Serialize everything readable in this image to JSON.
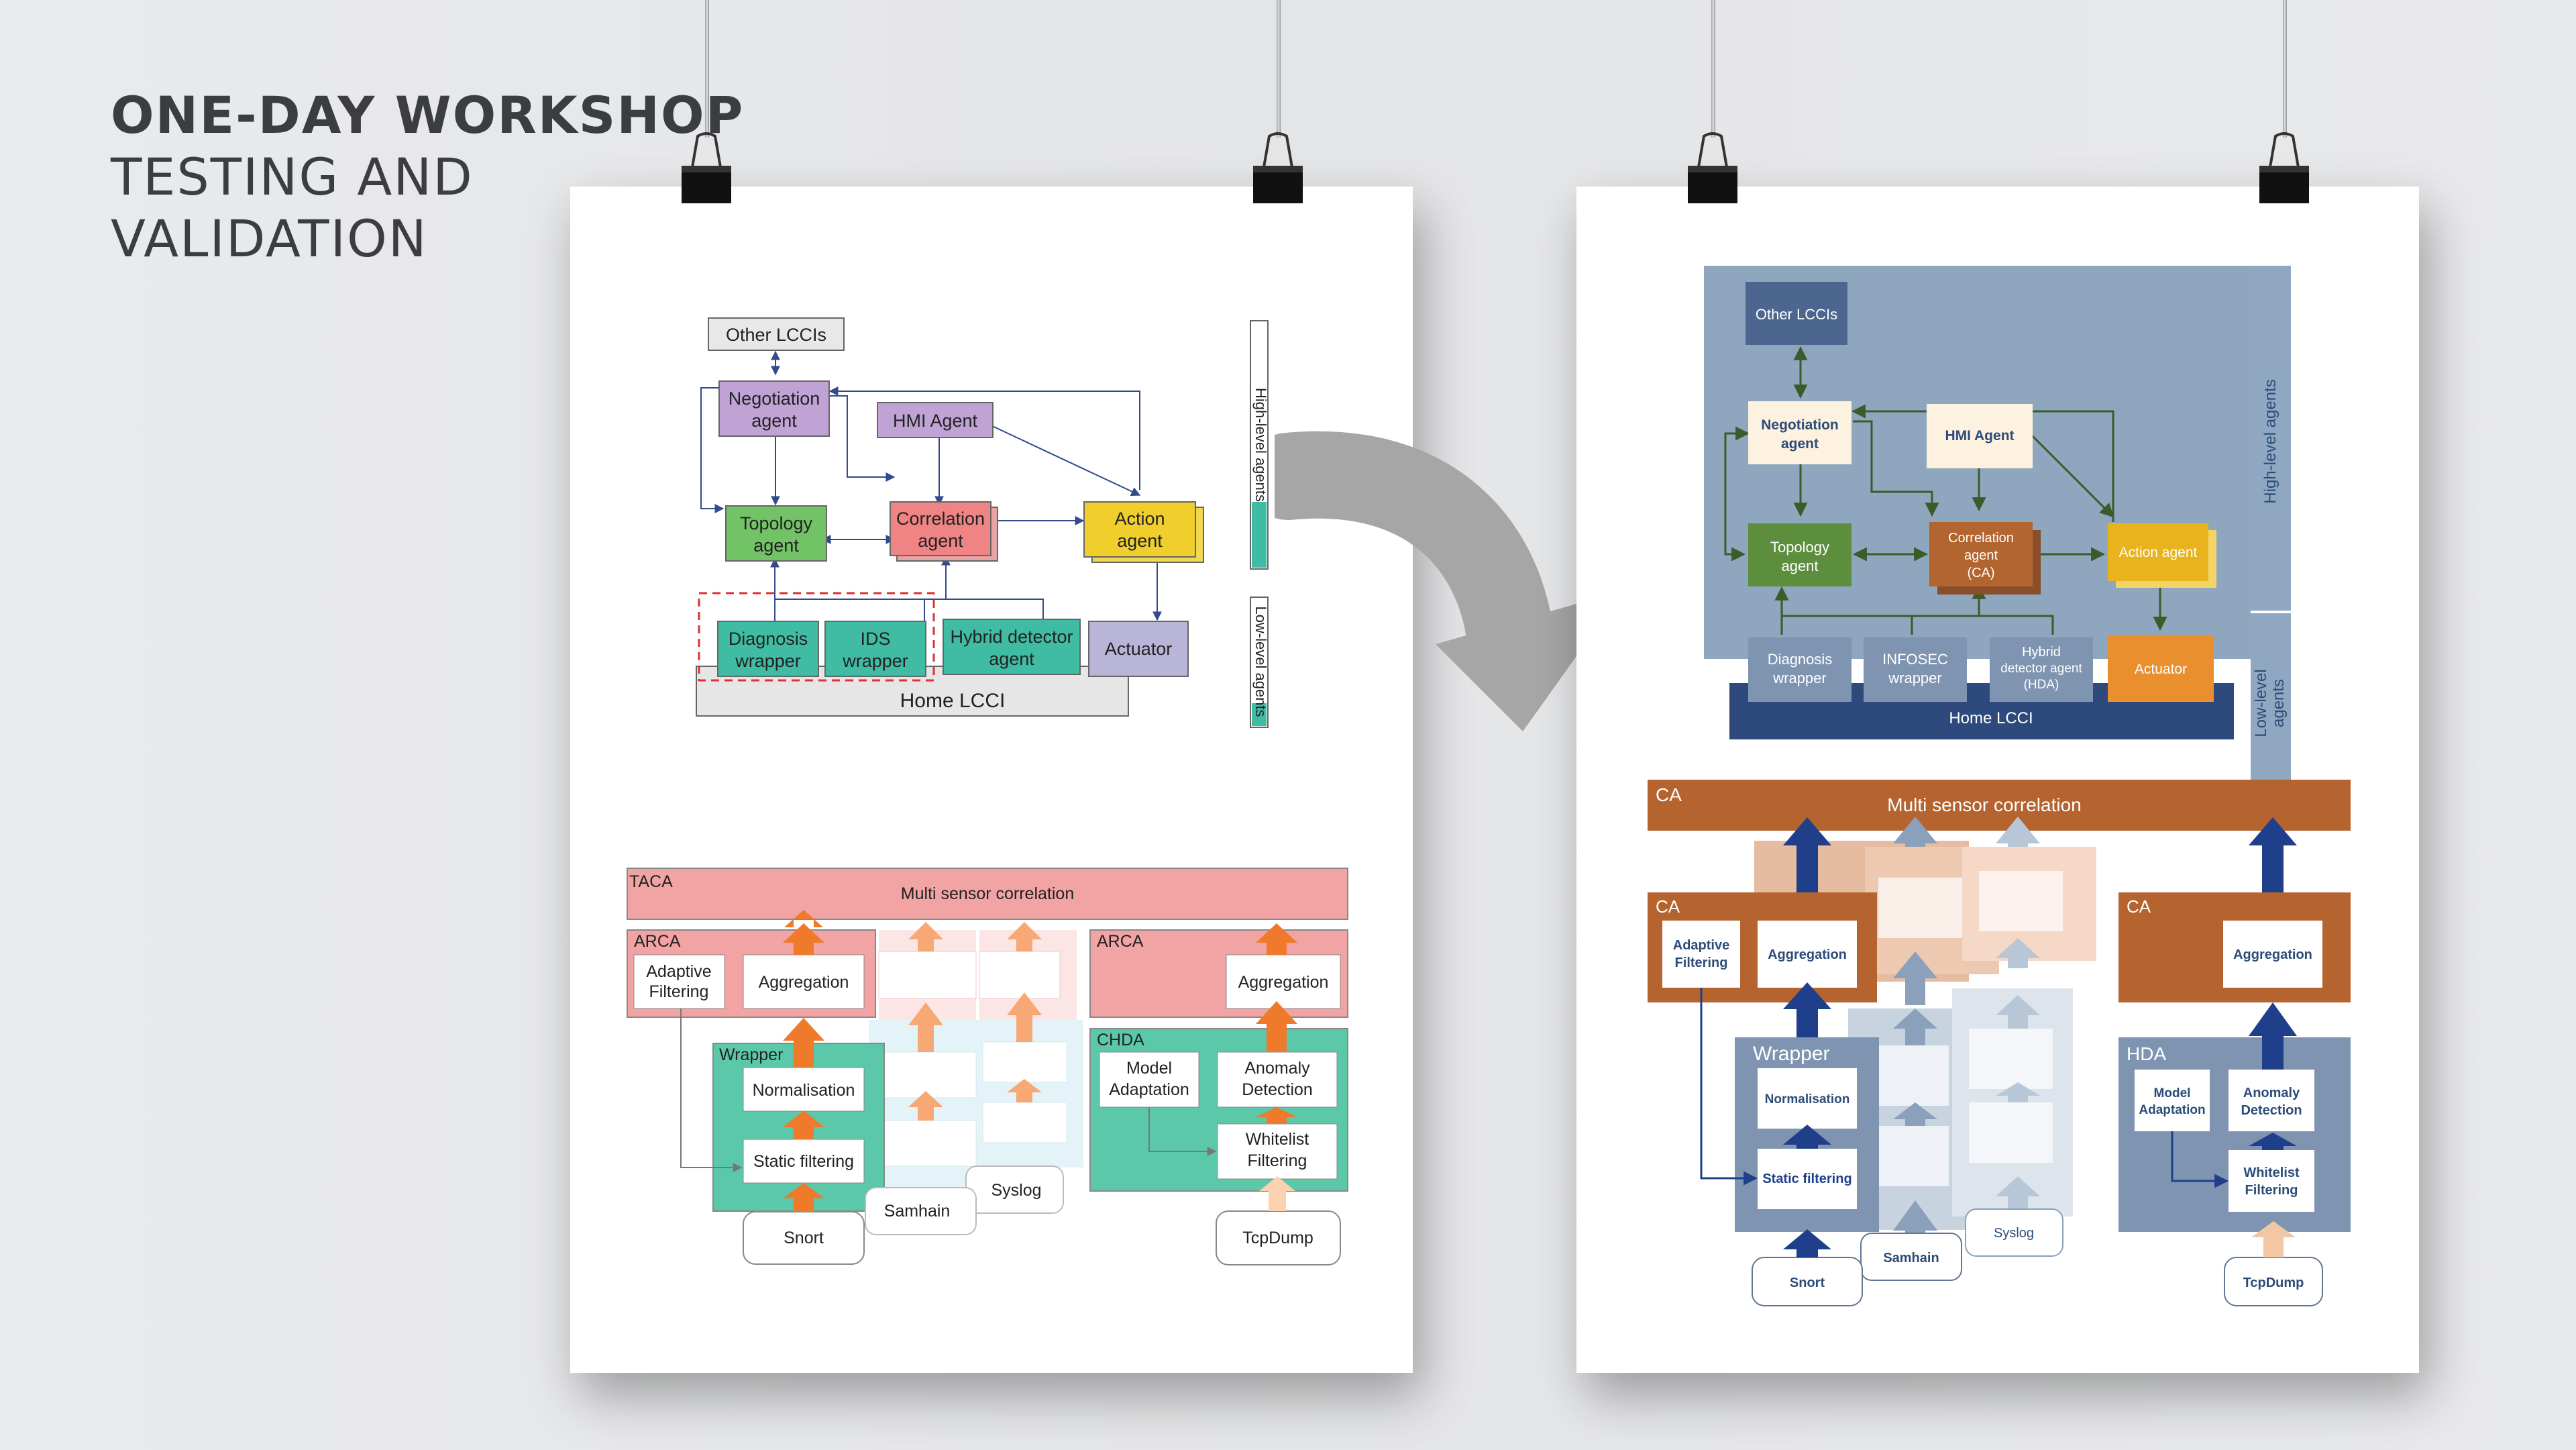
{
  "title": {
    "line1": "ONE-DAY WORKSHOP",
    "line2": "TESTING AND",
    "line3": "VALIDATION"
  },
  "colors": {
    "background": "#e6e7e9",
    "text": "#3b3d40",
    "arrow": "#a6a6a6",
    "after_navy": "#2e4a7d",
    "after_orange": "#b5642f",
    "after_slate": "#8ea3bc"
  },
  "left_poster": {
    "architecture": {
      "other_lccis": "Other LCCIs",
      "negotiation": [
        "Negotiation",
        "agent"
      ],
      "hmi": "HMI Agent",
      "topology": [
        "Topology",
        "agent"
      ],
      "correlation": [
        "Correlation",
        "agent"
      ],
      "action": [
        "Action",
        "agent"
      ],
      "diagnosis": [
        "Diagnosis",
        "wrapper"
      ],
      "ids": [
        "IDS",
        "wrapper"
      ],
      "hybrid": [
        "Hybrid detector",
        "agent"
      ],
      "actuator": "Actuator",
      "home_lcci": "Home LCCI",
      "high_level": "High-level agents",
      "low_level": "Low-level agents"
    },
    "pipeline": {
      "taca": "TACA",
      "multi_sensor": "Multi sensor correlation",
      "arca": "ARCA",
      "arca2": "ARCA",
      "adaptive": [
        "Adaptive",
        "Filtering"
      ],
      "aggregation": "Aggregation",
      "aggregation2": "Aggregation",
      "wrapper": "Wrapper",
      "normalisation": "Normalisation",
      "static_filtering": "Static filtering",
      "chda": "CHDA",
      "model": [
        "Model",
        "Adaptation"
      ],
      "anomaly": [
        "Anomaly",
        "Detection"
      ],
      "whitelist": [
        "Whitelist",
        "Filtering"
      ],
      "snort": "Snort",
      "samhain": "Samhain",
      "syslog": "Syslog",
      "tcpdump": "TcpDump"
    }
  },
  "right_poster": {
    "architecture": {
      "other_lccis": "Other LCCIs",
      "negotiation": [
        "Negotiation",
        "agent"
      ],
      "hmi": "HMI Agent",
      "topology": [
        "Topology",
        "agent"
      ],
      "correlation": [
        "Correlation",
        "agent",
        "(CA)"
      ],
      "action": "Action agent",
      "diagnosis": [
        "Diagnosis",
        "wrapper"
      ],
      "infosec": [
        "INFOSEC",
        "wrapper"
      ],
      "hybrid": [
        "Hybrid",
        "detector agent",
        "(HDA)"
      ],
      "actuator": "Actuator",
      "home_lcci": "Home LCCI",
      "high_level": "High-level agents",
      "low_level": [
        "Low-level",
        "agents"
      ]
    },
    "pipeline": {
      "ca_top": "CA",
      "multi_sensor": "Multi sensor correlation",
      "ca_left": "CA",
      "ca_right": "CA",
      "adaptive": [
        "Adaptive",
        "Filtering"
      ],
      "aggregation": "Aggregation",
      "aggregation2": "Aggregation",
      "wrapper": "Wrapper",
      "normalisation": "Normalisation",
      "static_filtering": "Static filtering",
      "hda": "HDA",
      "model": [
        "Model",
        "Adaptation"
      ],
      "anomaly": [
        "Anomaly",
        "Detection"
      ],
      "whitelist": [
        "Whitelist",
        "Filtering"
      ],
      "snort": "Snort",
      "samhain": "Samhain",
      "syslog": "Syslog",
      "tcpdump": "TcpDump"
    }
  }
}
